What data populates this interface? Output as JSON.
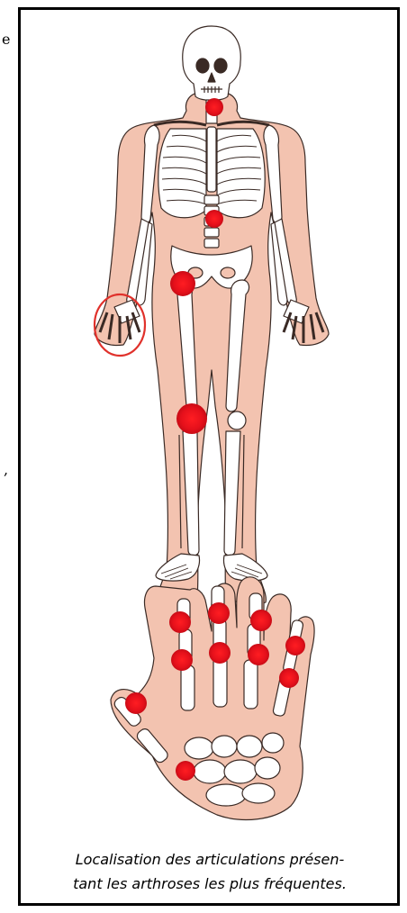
{
  "figure": {
    "caption_line1": "Localisation des articulations présen-",
    "caption_line2": "tant les arthroses les plus fréquentes."
  },
  "margin_glyphs": {
    "top": "e",
    "middle": ","
  },
  "colors": {
    "body_fill": "#f3c3b0",
    "bone_fill": "#ffffff",
    "outline": "#3a2a25",
    "lesion": "#e5101b",
    "hand_ring": "#e0312b"
  },
  "highlighted_joints": [
    "neck",
    "lumbar-spine",
    "hip",
    "knee",
    "hand",
    "finger-distal-joints",
    "finger-middle-joints",
    "thumb-base"
  ]
}
